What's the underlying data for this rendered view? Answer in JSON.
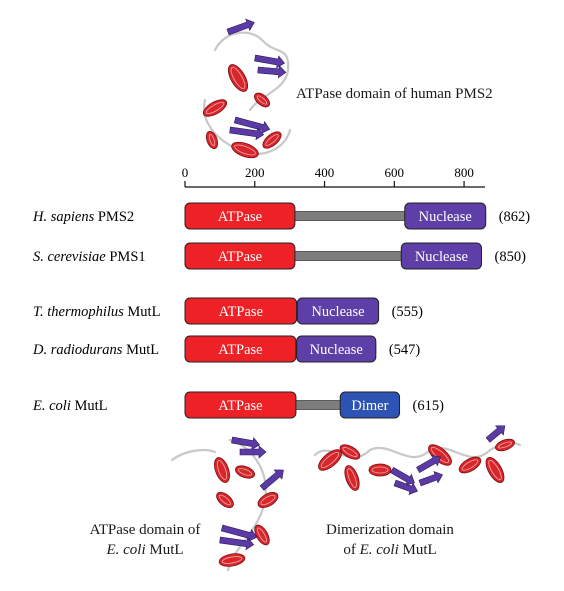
{
  "captions": {
    "human": "ATPase domain of human PMS2",
    "ecoli_atpase_line1": "ATPase domain of",
    "ecoli_atpase_species": "E. coli",
    "ecoli_atpase_rest": " MutL",
    "dimer_line1": "Dimerization domain",
    "dimer_line2_pre": "of ",
    "dimer_species": "E. coli",
    "dimer_line2_post": " MutL"
  },
  "axis": {
    "min": 0,
    "max": 860,
    "ticks": [
      0,
      200,
      400,
      600,
      800
    ],
    "tick_labels": [
      "0",
      "200",
      "400",
      "600",
      "800"
    ]
  },
  "proteins": [
    {
      "species": "H. sapiens",
      "name": " PMS2",
      "length_label": "(862)",
      "length": 862,
      "domains": [
        {
          "label": "ATPase",
          "start": 0,
          "end": 315,
          "color": "#ee2226"
        },
        {
          "label": "Nuclease",
          "start": 630,
          "end": 862,
          "color": "#5e3fa8"
        }
      ]
    },
    {
      "species": "S. cerevisiae",
      "name": " PMS1",
      "length_label": "(850)",
      "length": 850,
      "domains": [
        {
          "label": "ATPase",
          "start": 0,
          "end": 315,
          "color": "#ee2226"
        },
        {
          "label": "Nuclease",
          "start": 620,
          "end": 850,
          "color": "#5e3fa8"
        }
      ]
    },
    {
      "species": "T. thermophilus",
      "name": " MutL",
      "length_label": "(555)",
      "length": 555,
      "domains": [
        {
          "label": "ATPase",
          "start": 0,
          "end": 320,
          "color": "#ee2226"
        },
        {
          "label": "Nuclease",
          "start": 322,
          "end": 555,
          "color": "#5e3fa8"
        }
      ]
    },
    {
      "species": "D. radiodurans",
      "name": " MutL",
      "length_label": "(547)",
      "length": 547,
      "domains": [
        {
          "label": "ATPase",
          "start": 0,
          "end": 318,
          "color": "#ee2226"
        },
        {
          "label": "Nuclease",
          "start": 320,
          "end": 547,
          "color": "#5e3fa8"
        }
      ]
    },
    {
      "species": "E. coli",
      "name": " MutL",
      "length_label": "(615)",
      "length": 615,
      "domains": [
        {
          "label": "ATPase",
          "start": 0,
          "end": 318,
          "color": "#ee2226"
        },
        {
          "label": "Dimer",
          "start": 445,
          "end": 615,
          "color": "#2d54b4"
        }
      ]
    }
  ],
  "colors": {
    "linker": "#7d7d7d",
    "helix": "#d9262b",
    "strand": "#5b3aa6",
    "coil": "#c8c8c8",
    "outline": "#222222"
  }
}
